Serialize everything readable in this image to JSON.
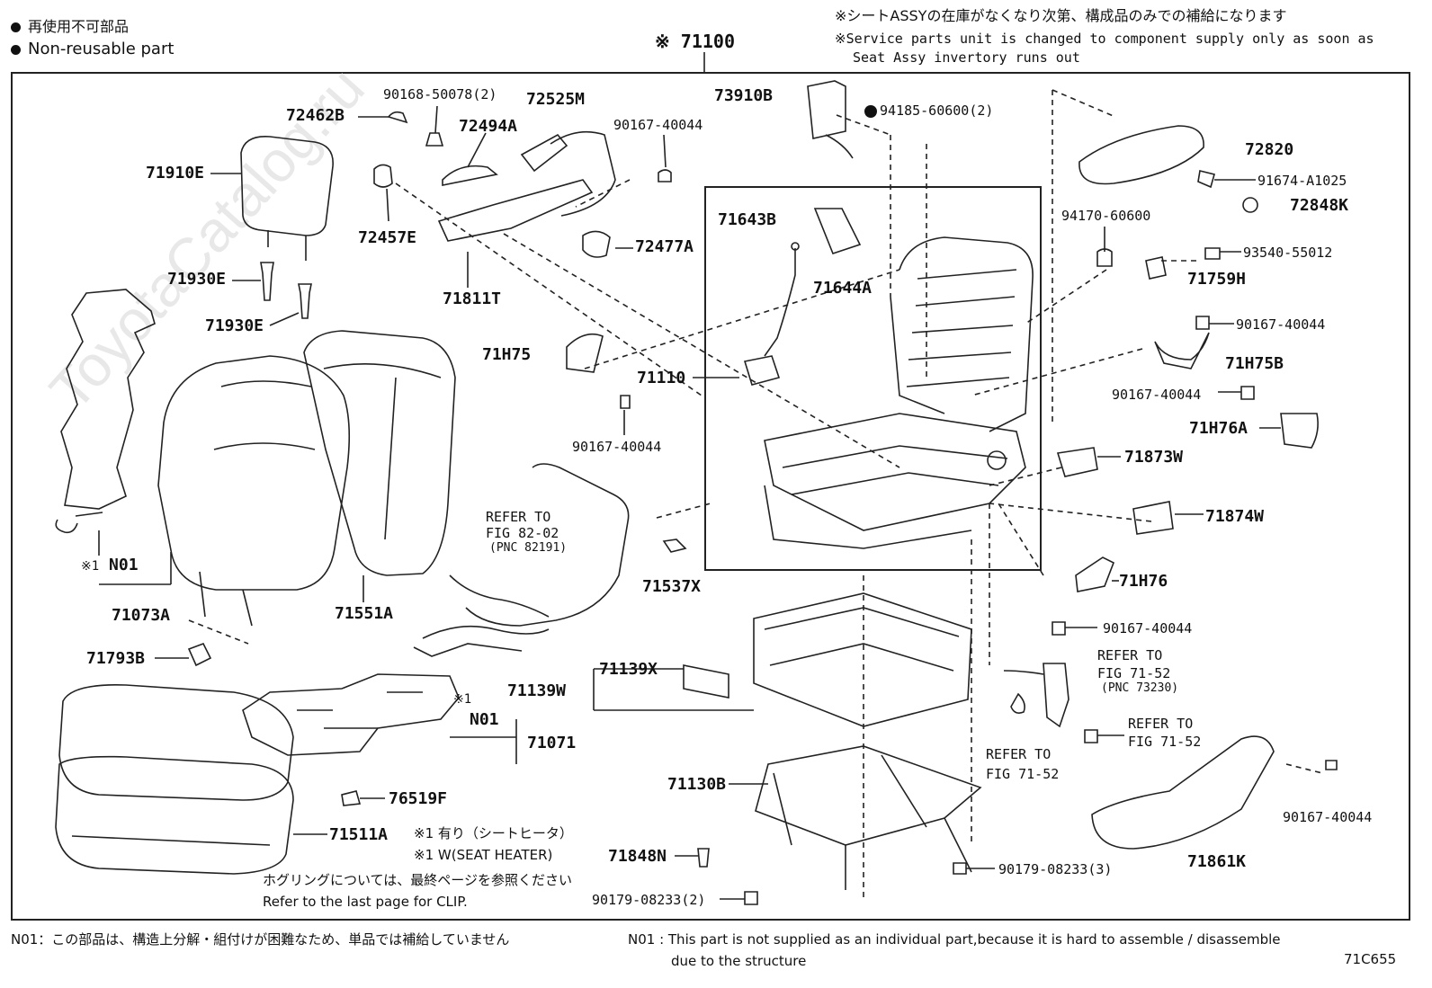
{
  "header": {
    "legend_jp": "再使用不可部品",
    "legend_en": "Non-reusable part",
    "note_jp": "※シートASSYの在庫がなくなり次第、構成品のみでの補給になります",
    "note_en_1": "※Service parts unit is changed to component supply only as soon as",
    "note_en_2": "Seat Assy invertory runs out",
    "assembly": "※ 71100"
  },
  "watermark": "ToyotaCatalog.ru",
  "parts": {
    "p72462B": "72462B",
    "p90168": "90168-50078(2)",
    "p72525M": "72525M",
    "p72494A": "72494A",
    "p90167a": "90167-40044",
    "p71910E": "71910E",
    "p72457E": "72457E",
    "p72477A": "72477A",
    "p71811T": "71811T",
    "p71930E_1": "71930E",
    "p71930E_2": "71930E",
    "p73910B": "73910B",
    "p94185": "94185-60600(2)",
    "p72820": "72820",
    "p91674": "91674-A1025",
    "p72848K": "72848K",
    "p71643B": "71643B",
    "p94170": "94170-60600",
    "p93540": "93540-55012",
    "p71644A": "71644A",
    "p71759H": "71759H",
    "p90167b": "90167-40044",
    "p71H75": "71H75",
    "p71110": "71110",
    "p71H75B": "71H75B",
    "p90167c": "90167-40044",
    "p90167d": "90167-40044",
    "p71H76A": "71H76A",
    "p71873W": "71873W",
    "p71874W": "71874W",
    "p71537X": "71537X",
    "p71H76": "71H76",
    "p90167e": "90167-40044",
    "p71073A": "71073A",
    "p71551A": "71551A",
    "p71793B": "71793B",
    "p71139X": "71139X",
    "p71139W": "71139W",
    "pN01a": "N01",
    "pN01b": "N01",
    "p71071": "71071",
    "p76519F": "76519F",
    "p71511A": "71511A",
    "p71130B": "71130B",
    "p71848N": "71848N",
    "p90179a": "90179-08233(3)",
    "p90179b": "90179-08233(2)",
    "p71861K": "71861K",
    "p90167f": "90167-40044"
  },
  "refs": {
    "ref82_1": "REFER TO",
    "ref82_2": "FIG 82-02",
    "ref82_3": "(PNC 82191)",
    "ref7152a_1": "REFER TO",
    "ref7152a_2": "FIG 71-52",
    "ref7152a_3": "(PNC 73230)",
    "ref7152b_1": "REFER TO",
    "ref7152b_2": "FIG 71-52",
    "ref7152c_1": "REFER TO",
    "ref7152c_2": "FIG 71-52"
  },
  "marks": {
    "x1a": "※1",
    "x1b": "※1"
  },
  "notes": {
    "heater_jp": "※1  有り（シートヒータ）",
    "heater_en": "※1  W(SEAT HEATER)",
    "clip_jp": "ホグリングについては、最終ページを参照ください",
    "clip_en": "Refer to the last page for CLIP."
  },
  "footer": {
    "n01_jp": "N01：この部品は、構造上分解・組付けが困難なため、単品では補給していません",
    "n01_en_1": "N01 : This part is not supplied as an individual part,because it is hard to assemble / disassemble",
    "n01_en_2": "due to the structure",
    "fig_code": "71C655"
  }
}
